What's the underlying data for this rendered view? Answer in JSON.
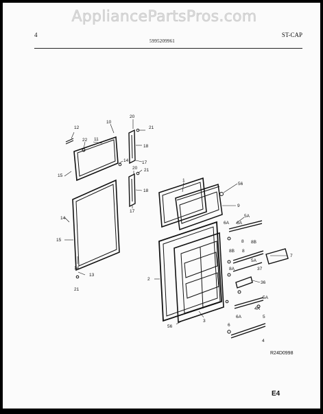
{
  "watermark": "AppliancePartsPros.com",
  "header": {
    "page": "4",
    "part_number": "5995209961",
    "code": "ST-CAP"
  },
  "figure": {
    "code": "R24D0998",
    "page_id": "E4"
  },
  "callouts": [
    "12",
    "22",
    "11",
    "10",
    "20",
    "21",
    "18",
    "17",
    "14",
    "20",
    "21",
    "18",
    "17",
    "15",
    "14",
    "15",
    "14",
    "13",
    "21",
    "1",
    "56",
    "9",
    "5A",
    "6A",
    "6A",
    "8",
    "8B",
    "8B",
    "7",
    "8",
    "8A",
    "5A",
    "37",
    "36",
    "2",
    "3",
    "56",
    "5A",
    "4A",
    "6A",
    "5",
    "6",
    "4"
  ]
}
